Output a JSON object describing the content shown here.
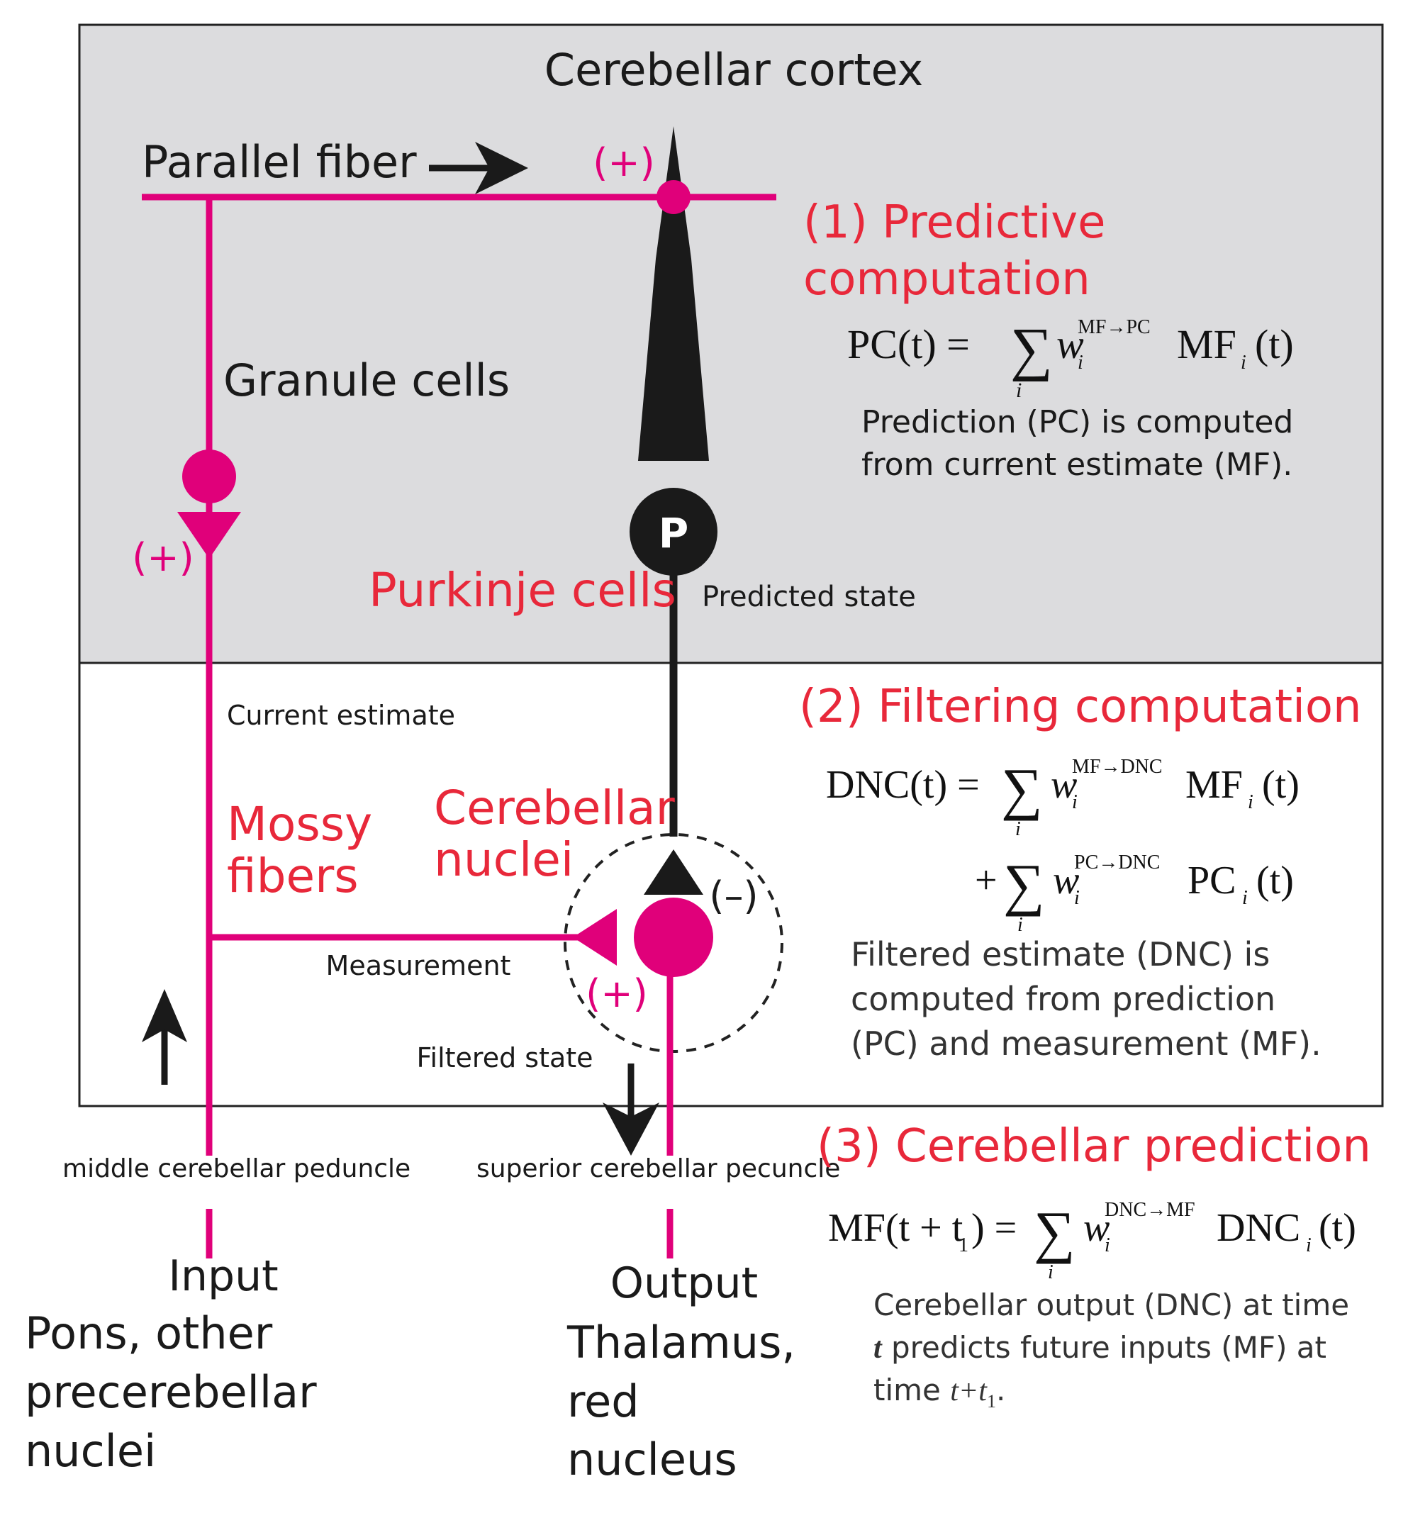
{
  "colors": {
    "magenta": "#e0007a",
    "red": "#e8283a",
    "black": "#1a1a1a",
    "gray_panel": "#dcdcde",
    "dashed_circle": "#222222"
  },
  "labels": {
    "title": "Cerebellar cortex",
    "parallel_fiber": "Parallel fiber",
    "plus_pf": "(+)",
    "granule_cells": "Granule cells",
    "plus_granule": "(+)",
    "purkinje_cells": "Purkinje cells",
    "purkinje_letter": "P",
    "predicted_state": "Predicted state",
    "current_estimate": "Current estimate",
    "mossy_fibers_1": "Mossy",
    "mossy_fibers_2": "fibers",
    "cerebellar_nuclei_1": "Cerebellar",
    "cerebellar_nuclei_2": "nuclei",
    "minus_dnc": "(–)",
    "measurement": "Measurement",
    "plus_dnc": "(+)",
    "filtered_state": "Filtered state",
    "middle_peduncle": "middle cerebellar peduncle",
    "superior_peduncle": "superior cerebellar pecuncle",
    "input_title": "Input",
    "input_1": "Pons, other",
    "input_2": "precerebellar",
    "input_3": "nuclei",
    "output_title": "Output",
    "output_1": "Thalamus,",
    "output_2": "red",
    "output_3": "nucleus"
  },
  "sections": {
    "predictive": {
      "heading_1": "(1) Predictive",
      "heading_2": "computation",
      "eq_lhs": "PC(t) =",
      "eq_sum": "∑",
      "eq_sub": "i",
      "eq_w": "w",
      "eq_w_sub": "i",
      "eq_w_sup": "MF→PC",
      "eq_rhs": "MF",
      "eq_rhs_sub": "i",
      "eq_arg": "(t)",
      "desc_1": "Prediction (PC) is computed",
      "desc_2": "from current estimate (MF)."
    },
    "filtering": {
      "heading": "(2) Filtering computation",
      "eq1_lhs": "DNC(t) =",
      "eq1_sum": "∑",
      "eq1_sub": "i",
      "eq1_w": "w",
      "eq1_w_sub": "i",
      "eq1_w_sup": "MF→DNC",
      "eq1_rhs": "MF",
      "eq1_rhs_sub": "i",
      "eq1_arg": "(t)",
      "eq2_plus": "+",
      "eq2_sum": "∑",
      "eq2_sub": "i",
      "eq2_w": "w",
      "eq2_w_sub": "i",
      "eq2_w_sup": "PC→DNC",
      "eq2_rhs": "PC",
      "eq2_rhs_sub": "i",
      "eq2_arg": "(t)",
      "desc_1": "Filtered estimate (DNC) is",
      "desc_2": "computed from prediction",
      "desc_3": "(PC) and measurement (MF)."
    },
    "prediction": {
      "heading": "(3) Cerebellar prediction",
      "eq_lhs": "MF(t + t",
      "eq_lhs_sub": "1",
      "eq_lhs_close": ") =",
      "eq_sum": "∑",
      "eq_sub": "i",
      "eq_w": "w",
      "eq_w_sub": "i",
      "eq_w_sup": "DNC→MF",
      "eq_rhs": "DNC",
      "eq_rhs_sub": "i",
      "eq_arg": "(t)",
      "desc_1": "Cerebellar output (DNC) at time",
      "desc_2_t": "t",
      "desc_2_rest": " predicts future inputs (MF) at",
      "desc_3_a": "time ",
      "desc_3_t": "t+t",
      "desc_3_sub": "1",
      "desc_3_end": "."
    }
  }
}
